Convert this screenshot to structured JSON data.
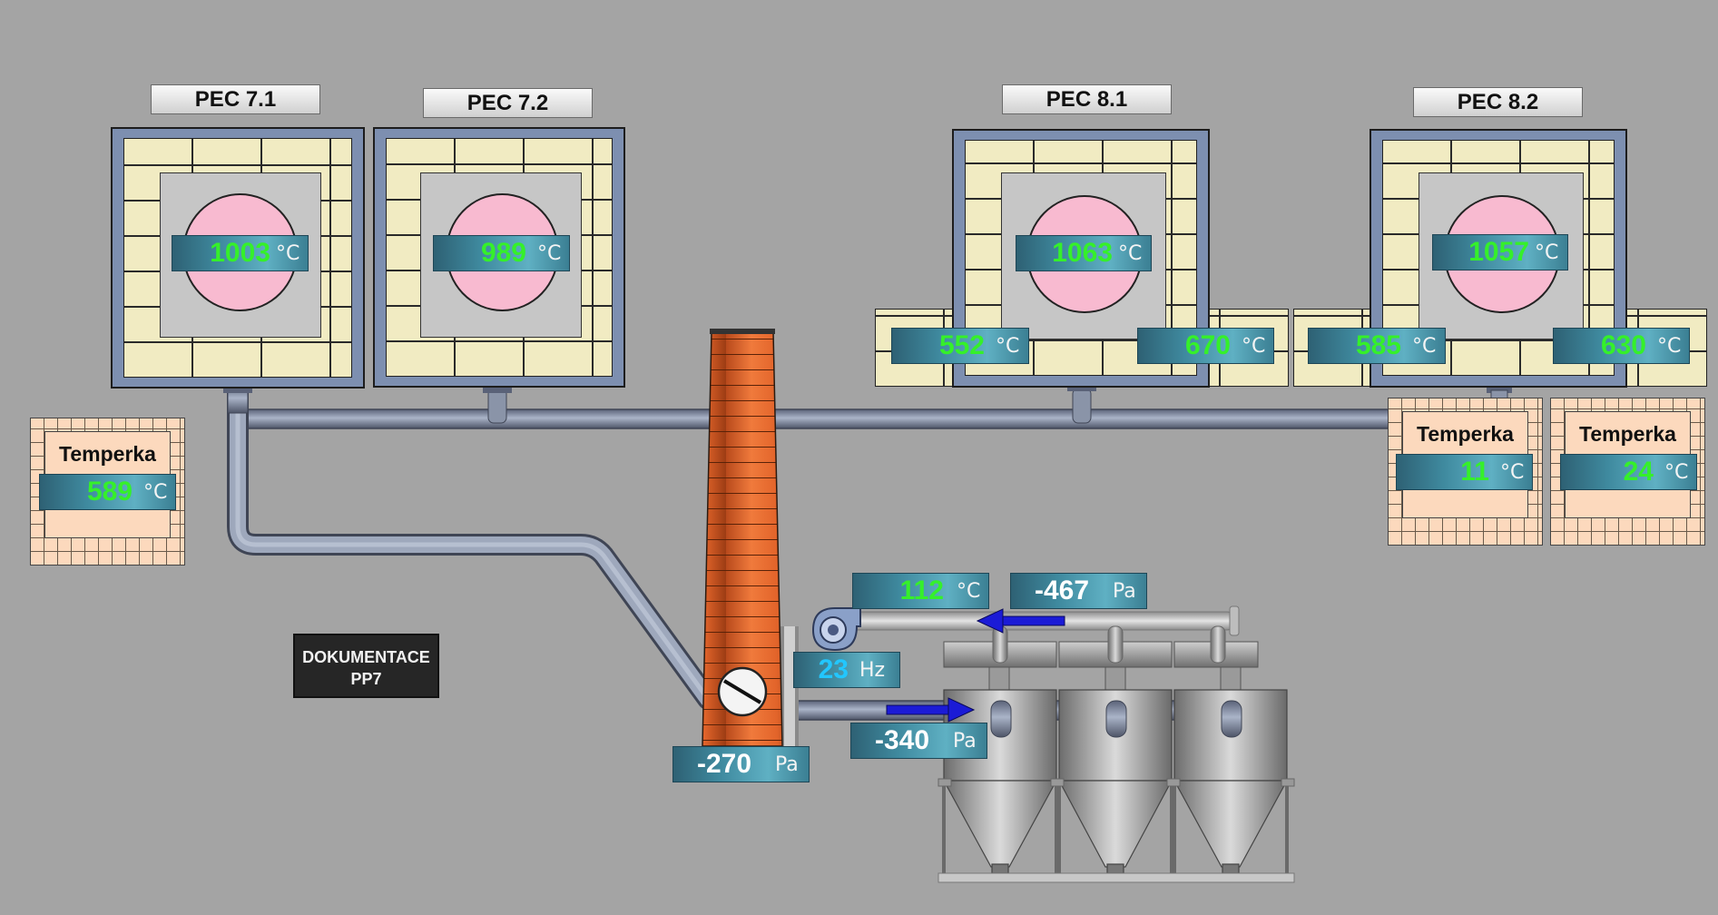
{
  "furnaces": [
    {
      "label": "PEC 7.1",
      "temp": "1003",
      "unit": "°C"
    },
    {
      "label": "PEC 7.2",
      "temp": "989",
      "unit": "°C"
    },
    {
      "label": "PEC 8.1",
      "temp": "1063",
      "unit": "°C",
      "left_temp": "552",
      "right_temp": "670"
    },
    {
      "label": "PEC 8.2",
      "temp": "1057",
      "unit": "°C",
      "left_temp": "585",
      "right_temp": "630"
    }
  ],
  "temperky": [
    {
      "label": "Temperka",
      "temp": "589",
      "unit": "°C"
    },
    {
      "label": "Temperka",
      "temp": "11",
      "unit": "°C"
    },
    {
      "label": "Temperka",
      "temp": "24",
      "unit": "°C"
    }
  ],
  "chimney": {
    "pressure": "-270",
    "unit": "Pa"
  },
  "fan": {
    "temp": "112",
    "temp_unit": "°C",
    "pressure": "-467",
    "pressure_unit": "Pa",
    "freq": "23",
    "freq_unit": "Hz"
  },
  "duct": {
    "pressure": "-340",
    "unit": "Pa"
  },
  "documentation_button": {
    "line1": "DOKUMENTACE",
    "line2": "PP7"
  },
  "colors": {
    "background": "#a4a4a4",
    "value_green": "#35f02a",
    "value_cyan": "#22c7ff",
    "furnace_frame": "#7d8fb0",
    "brick": "#f1ebc2",
    "chimney": "#e8652a",
    "flow_arrow": "#1b1bd6"
  }
}
